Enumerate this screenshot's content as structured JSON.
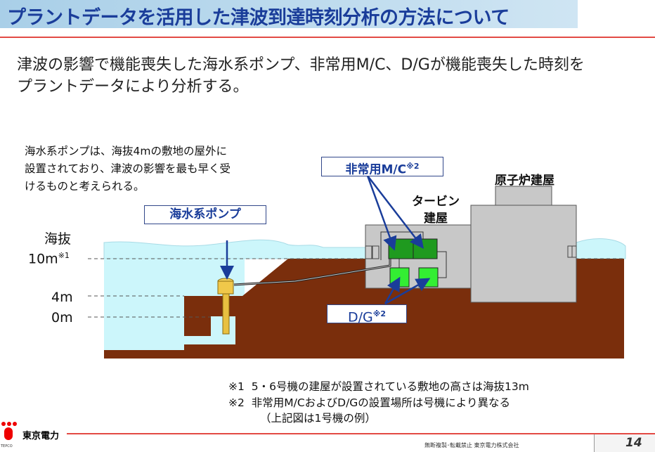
{
  "header": {
    "title": "プラントデータを活用した津波到達時刻分析の方法について"
  },
  "lead": [
    "津波の影響で機能喪失した海水系ポンプ、非常用M/C、D/Gが機能喪失した時刻を",
    "プラントデータにより分析する。"
  ],
  "description": [
    "海水系ポンプは、海抜4mの敷地の屋外に",
    "設置されており、津波の影響を最も早く受",
    "けるものと考えられる。"
  ],
  "diagram": {
    "pump_label": "海水系ポンプ",
    "mc_label": "非常用M/C",
    "mc_sup": "※2",
    "dg_label": "D/G",
    "dg_sup": "※2",
    "turbine_building": [
      "タービン",
      "建屋"
    ],
    "reactor_building": "原子炉建屋",
    "elevation_title": "海抜",
    "levels": {
      "l10": "10m",
      "l10_sup": "※1",
      "l4": "4m",
      "l0": "0m"
    },
    "colors": {
      "ground": "#7a2e0c",
      "sea": "#ccf6fb",
      "building": "#c8c8c8",
      "mc": "#1f9a1f",
      "dg": "#33ee33"
    }
  },
  "notes": [
    {
      "mark": "※1",
      "text": "5・6号機の建屋が設置されている敷地の高さは海抜13m"
    },
    {
      "mark": "※2",
      "text": "非常用M/CおよびD/Gの設置場所は号機により異なる"
    },
    {
      "mark": "",
      "text": "（上記図は1号機の例）"
    }
  ],
  "footer": {
    "company": "東京電力",
    "logo_text": "TEPCO",
    "copyright": "無断複製･転載禁止 東京電力株式会社",
    "page": "14"
  }
}
